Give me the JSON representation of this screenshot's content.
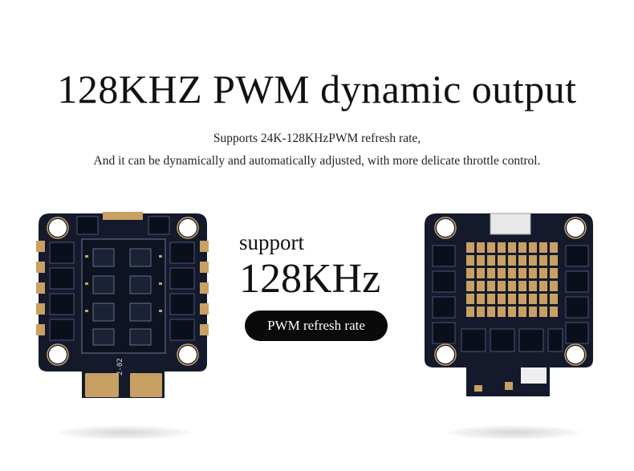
{
  "header": {
    "title": "128KHZ PWM dynamic output",
    "subtitle_line1": "Supports 24K-128KHzPWM refresh rate,",
    "subtitle_line2": "And it can be dynamically and automatically adjusted, with more delicate throttle control."
  },
  "feature": {
    "support_word": "support",
    "frequency": "128KHz",
    "badge": "PWM refresh rate"
  },
  "images": {
    "left_board": "esc-board-top-view",
    "right_board": "esc-board-bottom-view"
  },
  "colors": {
    "background": "#ffffff",
    "pcb": "#141a2c",
    "gold": "#c9a063",
    "badge": "#0a0a0a"
  }
}
